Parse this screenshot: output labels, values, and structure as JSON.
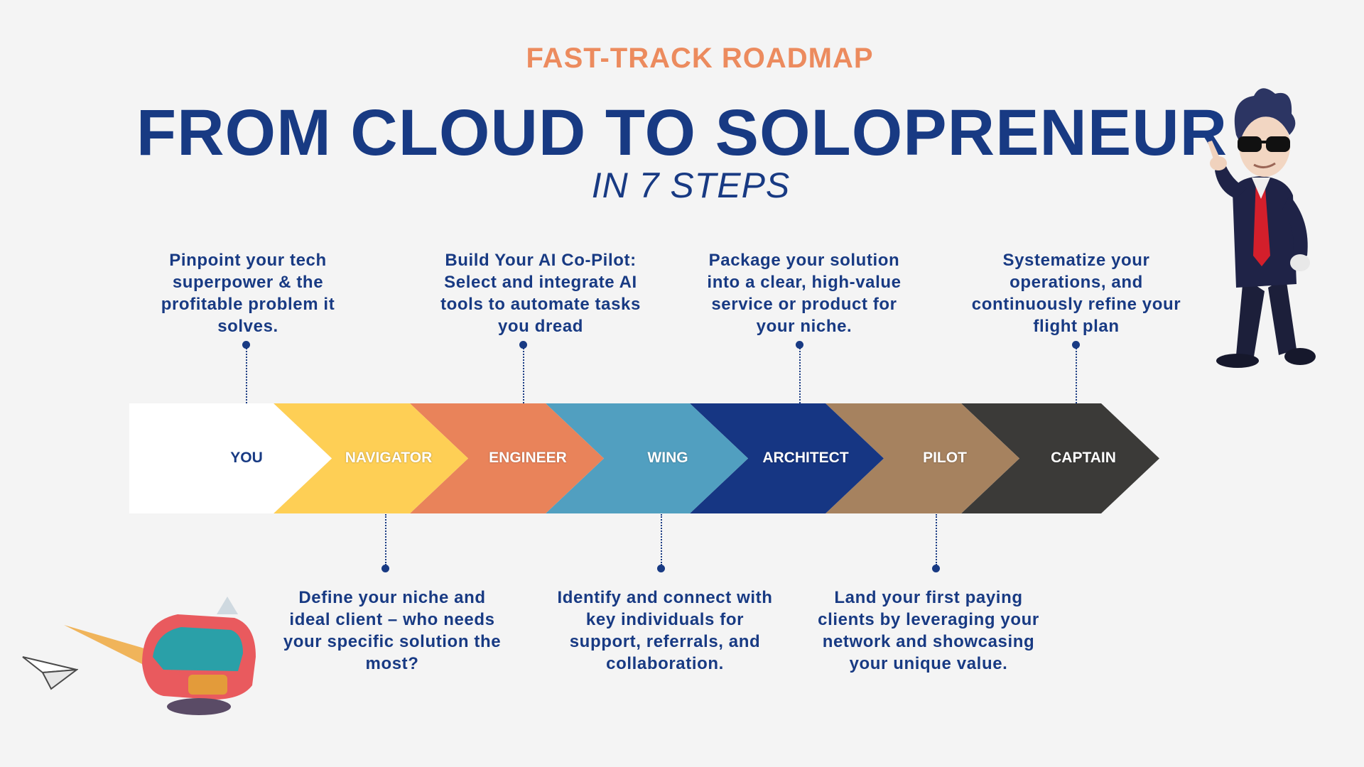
{
  "header": {
    "kicker": "FAST-TRACK ROADMAP",
    "title": "FROM CLOUD TO SOLOPRENEUR",
    "subtitle": "IN 7 STEPS"
  },
  "steps": [
    {
      "label": "YOU",
      "color": "#ffffff",
      "label_color": "#183a83",
      "description": "Pinpoint your tech superpower & the profitable problem it solves.",
      "position": "top"
    },
    {
      "label": "NAVIGATOR",
      "color": "#fecf55",
      "label_color": "#ffffff",
      "description": "Define your niche and ideal client – who needs your specific solution the most?",
      "position": "bottom"
    },
    {
      "label": "ENGINEER",
      "color": "#e9835a",
      "label_color": "#ffffff",
      "description": "Build Your AI Co-Pilot: Select and integrate AI tools to automate tasks you dread",
      "position": "top"
    },
    {
      "label": "WING",
      "color": "#519fc0",
      "label_color": "#ffffff",
      "description": "Identify and connect with key individuals for support, referrals, and collaboration.",
      "position": "bottom"
    },
    {
      "label": "ARCHITECT",
      "color": "#163683",
      "label_color": "#ffffff",
      "description": "Package your solution into a clear, high-value service or product for your niche.",
      "position": "top"
    },
    {
      "label": "PILOT",
      "color": "#a6825f",
      "label_color": "#ffffff",
      "description": "Land your first paying clients by leveraging your network and showcasing your unique value.",
      "position": "bottom"
    },
    {
      "label": "CAPTAIN",
      "color": "#3b3a38",
      "label_color": "#ffffff",
      "description": "Systematize your operations, and continuously refine your flight plan",
      "position": "top"
    }
  ],
  "illustrations": {
    "character": "businessman-character-icon",
    "ship": "airship-icon",
    "plane": "paper-plane-icon"
  }
}
